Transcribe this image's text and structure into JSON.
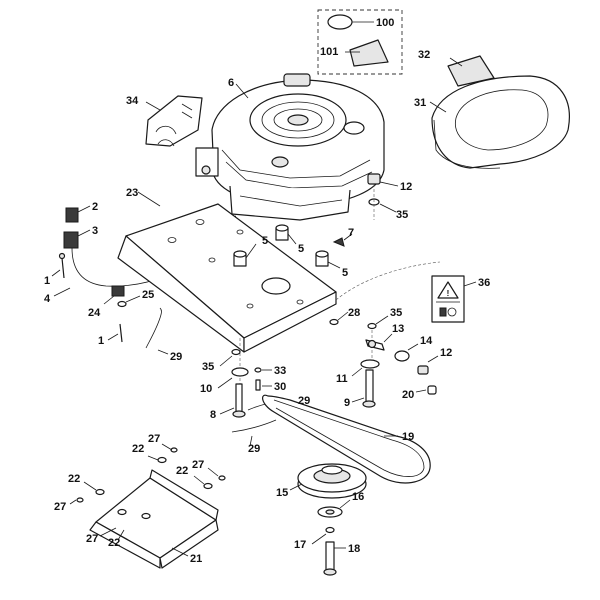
{
  "callouts": [
    "1",
    "1",
    "2",
    "3",
    "4",
    "5",
    "5",
    "5",
    "6",
    "7",
    "8",
    "9",
    "10",
    "11",
    "12",
    "12",
    "13",
    "14",
    "15",
    "16",
    "17",
    "18",
    "19",
    "20",
    "21",
    "22",
    "22",
    "22",
    "22",
    "23",
    "24",
    "25",
    "27",
    "27",
    "27",
    "27",
    "28",
    "29",
    "29",
    "29",
    "30",
    "31",
    "32",
    "33",
    "34",
    "35",
    "35",
    "35",
    "36",
    "100",
    "101"
  ],
  "label_color": "#111111",
  "line_color": "#1a1a1a"
}
